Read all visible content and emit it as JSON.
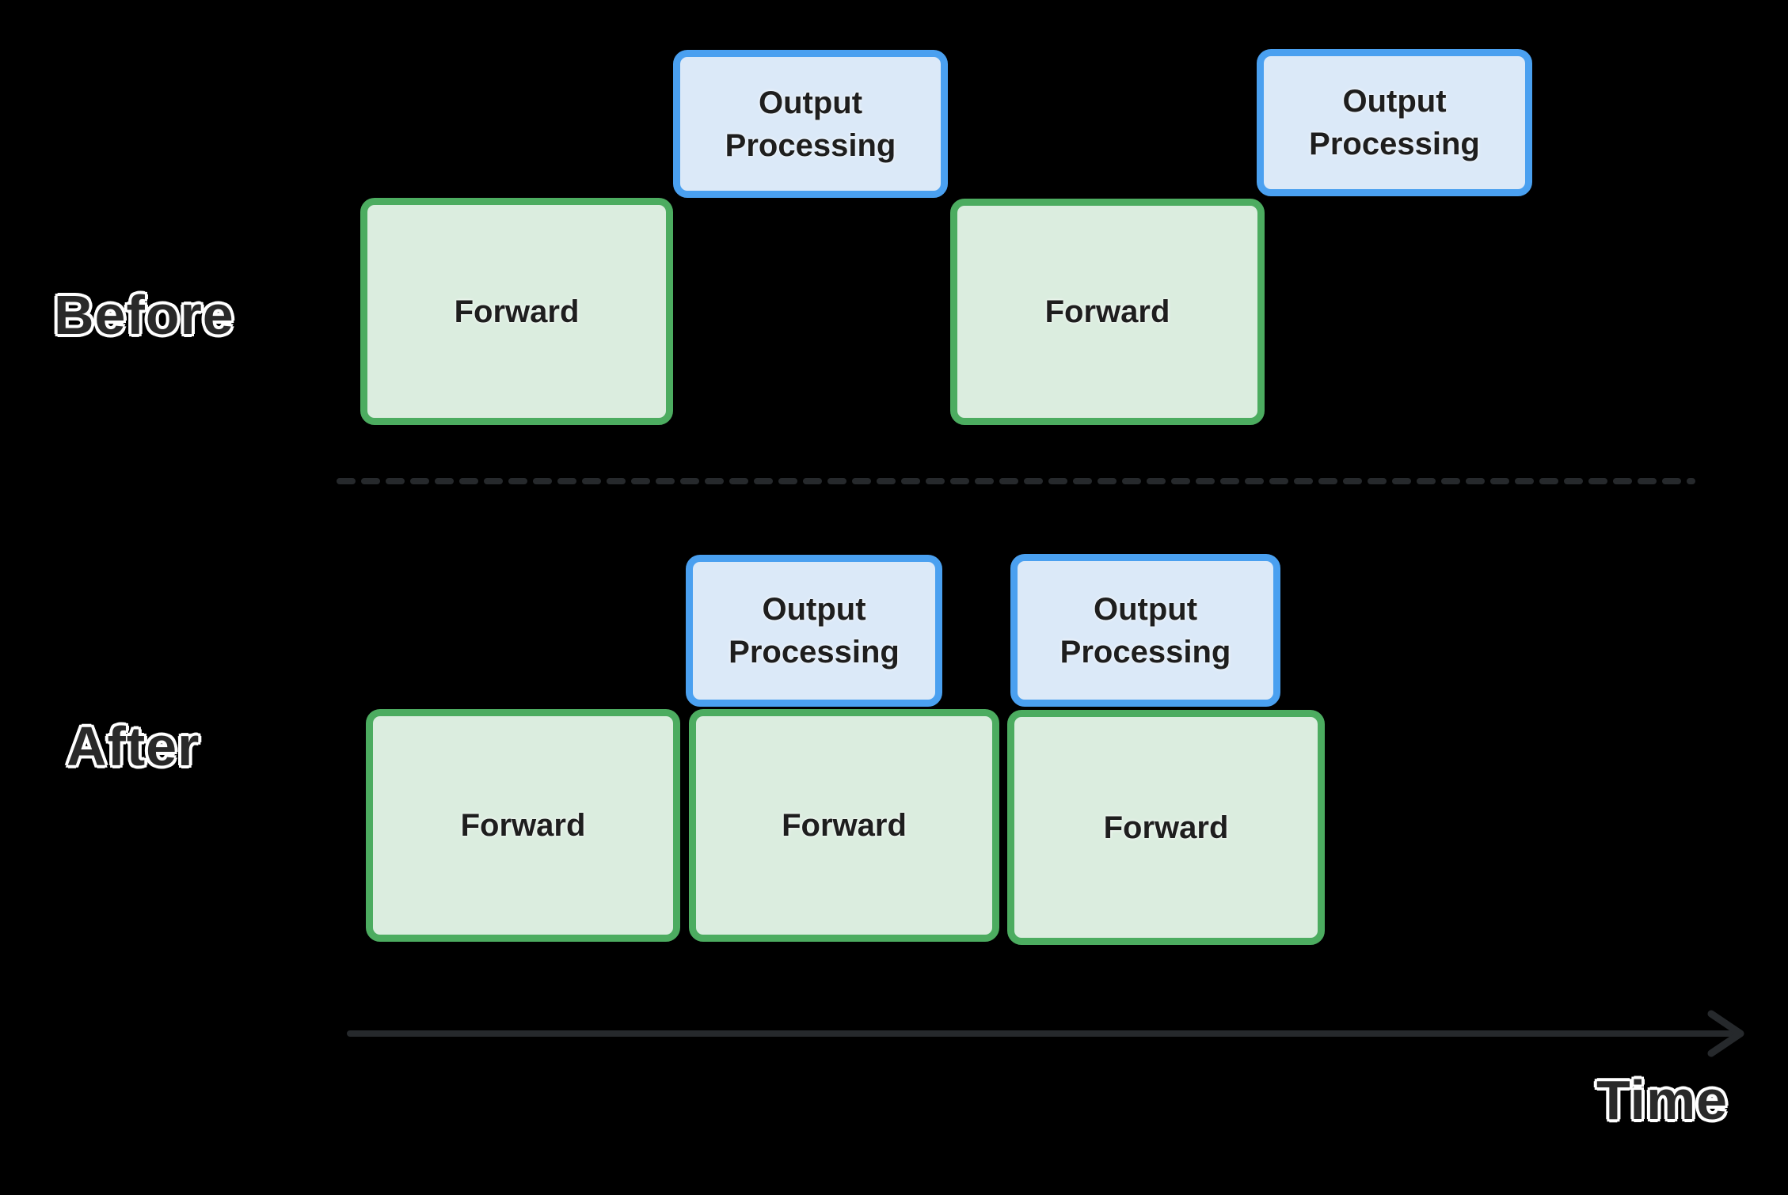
{
  "colors": {
    "background": "#000000",
    "green_border": "#4CAC60",
    "green_fill": "#DBEDDF",
    "blue_border": "#4AA0F0",
    "blue_fill": "#DBE9F8",
    "box_text": "#1E1E1E",
    "side_label_text": "#2A2A2A",
    "side_label_outline": "#FFFFFF",
    "line": "#26292C"
  },
  "sections": {
    "before": {
      "label": "Before",
      "forward_boxes": [
        {
          "label": "Forward"
        },
        {
          "label": "Forward"
        }
      ],
      "output_boxes": [
        {
          "label": "Output Processing"
        },
        {
          "label": "Output Processing"
        }
      ]
    },
    "after": {
      "label": "After",
      "forward_boxes": [
        {
          "label": "Forward"
        },
        {
          "label": "Forward"
        },
        {
          "label": "Forward"
        }
      ],
      "output_boxes": [
        {
          "label": "Output Processing"
        },
        {
          "label": "Output Processing"
        }
      ]
    },
    "axis": {
      "label": "Time"
    }
  }
}
